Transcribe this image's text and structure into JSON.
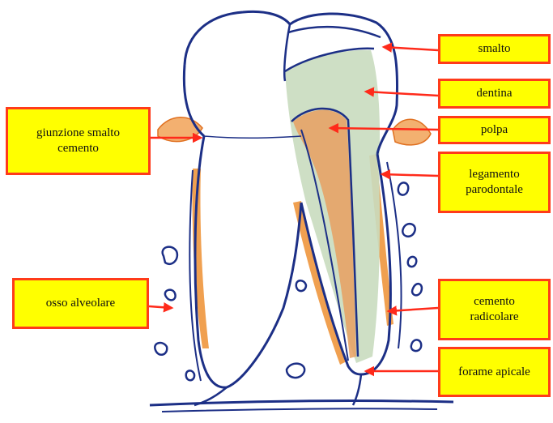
{
  "labels": {
    "smalto": "smalto",
    "dentina": "dentina",
    "polpa": "polpa",
    "legamento": "legamento\nparodontale",
    "cemento_radicolare": "cemento\nradicolare",
    "forame_apicale": "forame apicale",
    "giunzione": "giunzione smalto\ncemento",
    "osso_alveolare": "osso alveolare"
  },
  "colors": {
    "outline": "#1c2f86",
    "label_fill": "#ffff00",
    "label_border": "#ff3b1a",
    "arrow": "#ff2a1a",
    "dentin_fill": "#c9dcbf",
    "pulp_fill": "#e8a060",
    "cementum_fill": "#f0a050"
  }
}
